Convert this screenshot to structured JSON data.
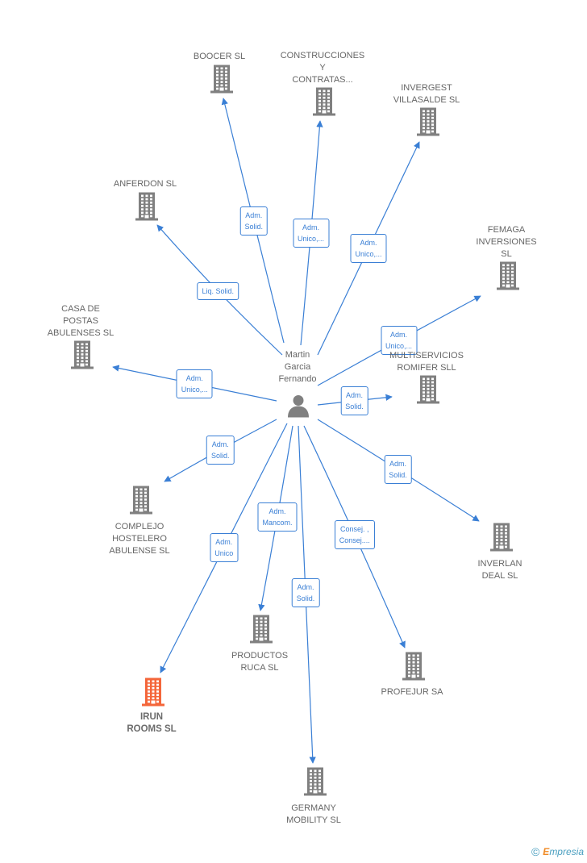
{
  "center": {
    "name": "Martin\nGarcia\nFernando"
  },
  "companies": [
    {
      "id": "boocer",
      "name": "BOOCER SL",
      "relation": "Adm.\nSolid.",
      "highlight": false
    },
    {
      "id": "construcciones",
      "name": "CONSTRUCCIONES\nY\nCONTRATAS...",
      "relation": "Adm.\nUnico,...",
      "highlight": false
    },
    {
      "id": "invergest",
      "name": "INVERGEST\nVILLASALDE  SL",
      "relation": "Adm.\nUnico,...",
      "highlight": false
    },
    {
      "id": "anferdon",
      "name": "ANFERDON SL",
      "relation": "Liq.  Solid.",
      "highlight": false
    },
    {
      "id": "femaga",
      "name": "FEMAGA\nINVERSIONES\nSL",
      "relation": "Adm.\nUnico,...",
      "highlight": false
    },
    {
      "id": "casa",
      "name": "CASA DE\nPOSTAS\nABULENSES SL",
      "relation": "Adm.\nUnico,...",
      "highlight": false
    },
    {
      "id": "multiservicios",
      "name": "MULTISERVICIOS\nROMIFER SLL",
      "relation": "Adm.\nSolid.",
      "highlight": false
    },
    {
      "id": "complejo",
      "name": "COMPLEJO\nHOSTELERO\nABULENSE SL",
      "relation": "Adm.\nSolid.",
      "highlight": false
    },
    {
      "id": "inverlan",
      "name": "INVERLAN\nDEAL  SL",
      "relation": "Adm.\nSolid.",
      "highlight": false
    },
    {
      "id": "irun",
      "name": "IRUN\nROOMS  SL",
      "relation": "Adm.\nUnico",
      "highlight": true
    },
    {
      "id": "productos",
      "name": "PRODUCTOS\nRUCA SL",
      "relation": "Adm.\nMancom.",
      "highlight": false
    },
    {
      "id": "germany",
      "name": "GERMANY\nMOBILITY  SL",
      "relation": "Adm.\nSolid.",
      "highlight": false
    },
    {
      "id": "profejur",
      "name": "PROFEJUR SA",
      "relation": "Consej. ,\nConsej....",
      "highlight": false
    }
  ],
  "colors": {
    "edge": "#3a7fd5",
    "building": "#808080",
    "building_highlight": "#f4663a",
    "person": "#808080"
  },
  "brand": {
    "copyright": "©",
    "first": "E",
    "rest": "mpresia"
  }
}
